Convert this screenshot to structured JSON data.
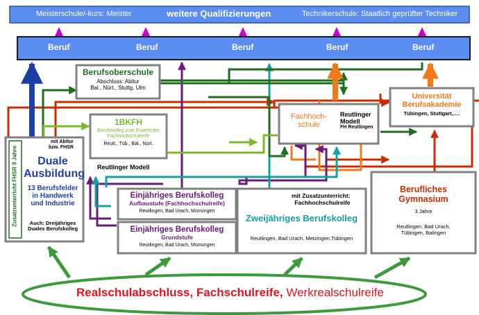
{
  "colors": {
    "bar_blue": "#5b8ef0",
    "magenta": "#cc00cc",
    "navy": "#1e3fa8",
    "dark_green": "#1f6e1f",
    "light_green": "#7ab82e",
    "red": "#cc2a00",
    "orange": "#f07a1a",
    "purple": "#6a1a7a",
    "teal": "#13a0a0",
    "grey_border": "#808080",
    "oval_green": "#3c9a3c",
    "title_red": "#e0141e"
  },
  "top": {
    "left": "Meisterschule/-kurs: Meister",
    "center": "weitere Qualifizierungen",
    "right": "Technikerschule: Staatlich geprüfter Techniker"
  },
  "beruf_labels": [
    "Beruf",
    "Beruf",
    "Beruf",
    "Beruf",
    "Beruf"
  ],
  "bos": {
    "title": "Berufsoberschule",
    "line1": "Abschluss: Abitur",
    "line2": "Bal., Nürt., Stuttg, Ulm"
  },
  "bkfh": {
    "title": "1BKFH",
    "line1": "Berufskolleg zum Erwerb der",
    "line2": "Fachhochschulreife",
    "line3": "Reutl., Tüb., Bal., Nürt."
  },
  "duale": {
    "side_label": "Zusatzunterricht FHSR 3 Jahre",
    "note1": "mit Abitur",
    "note2": "bzw. FHSR",
    "title1": "Duale",
    "title2": "Ausbildung",
    "sub1": "13 Berufsfelder",
    "sub2": "in Handwerk",
    "sub3": "und Industrie",
    "extra1": "Auch: Dreijähriges",
    "extra2": "Duales Berufskolleg"
  },
  "reutlinger_modell_label": "Reutlinger Modell",
  "bk_aufbau": {
    "title": "Einjähriges Berufskolleg",
    "subtitle": "Aufbaustufe (Fachhochschulreife)",
    "places": "Reutlingen, Bad Urach, Münsingen"
  },
  "bk_grund": {
    "title": "Einjähriges Berufskolleg",
    "subtitle": "Grundstufe",
    "places": "Reutlingen, Bad Urach, Münsingen"
  },
  "zweijaehrig": {
    "note1": "mit Zusatzunterricht:",
    "note2": "Fachhochschulreife",
    "title": "Zweijähriges Berufskolleg",
    "places": "Reutlingen, Bad Urach, Metzingen,Tübingen"
  },
  "fhs": {
    "title1": "Fachhoch-",
    "title2": "schule",
    "model1": "Reutlinger",
    "model2": "Modell",
    "model3": "FH Reutlingen"
  },
  "uni": {
    "title1": "Universität",
    "title2": "Berufsakademie",
    "places": "Tübingen, Stuttgart,…."
  },
  "gym": {
    "title1": "Berufliches",
    "title2": "Gymnasium",
    "years": "3 Jahre",
    "places1": "Reutlingen, Bad Urach,",
    "places2": "Tübingen, Balingen"
  },
  "bottom": {
    "part1": "Realschulabschluss, Fachschulreife,",
    "part2": "Werkrealschulreife"
  }
}
